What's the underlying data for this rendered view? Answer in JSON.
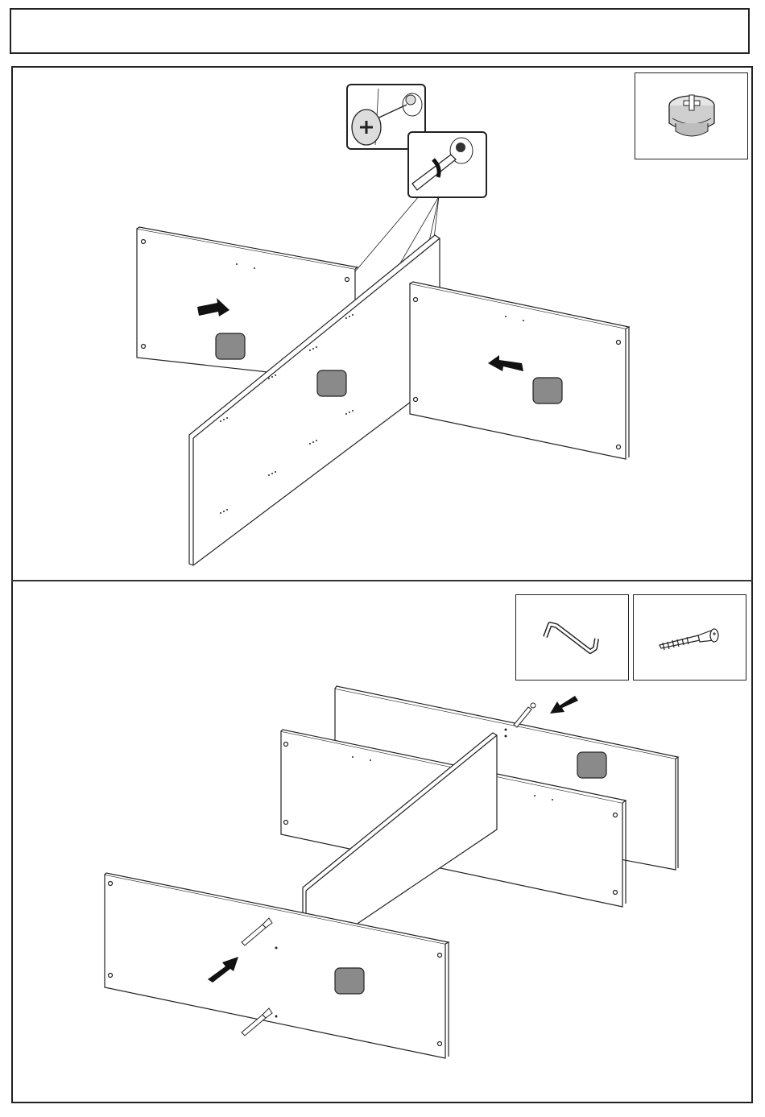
{
  "header": {
    "title": ""
  },
  "step1": {
    "parts": [
      {
        "icon": "cam-lock-fitting-icon"
      }
    ],
    "detail_icons": [
      "cam-lock-insert-detail-icon",
      "screwdriver-turn-detail-icon"
    ],
    "panels": [
      "left-side-panel",
      "center-divider-panel",
      "right-side-panel"
    ]
  },
  "step2": {
    "parts": [
      {
        "icon": "allen-key-icon"
      },
      {
        "icon": "confirmat-screw-icon"
      }
    ],
    "panels": [
      "back-panel",
      "middle-panel",
      "center-divider-panel",
      "front-panel"
    ]
  },
  "colors": {
    "line": "#222222",
    "label_fill": "#8a8a8a",
    "arrow": "#111111"
  }
}
